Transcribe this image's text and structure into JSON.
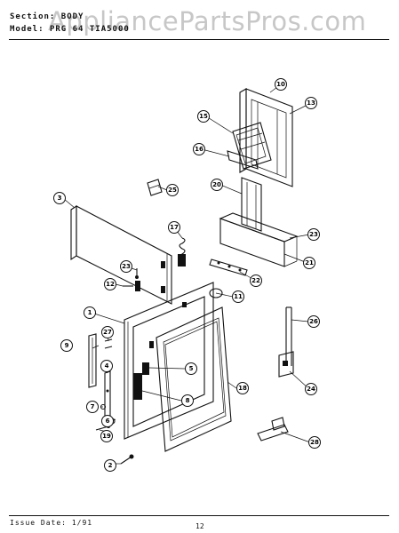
{
  "header": {
    "section_label": "Section:",
    "section_value": "BODY",
    "model_label": "Model:",
    "model_value": "PRG 64 TIA5000"
  },
  "watermark": "AppliancePartsPros.com",
  "footer": {
    "issue_label": "Issue Date:",
    "issue_value": "1/91",
    "page_number": "12"
  },
  "callouts": [
    "1",
    "2",
    "3",
    "4",
    "5",
    "6",
    "7",
    "8",
    "9",
    "10",
    "11",
    "12",
    "13",
    "15",
    "16",
    "17",
    "18",
    "19",
    "20",
    "21",
    "22",
    "23",
    "23",
    "24",
    "25",
    "26",
    "27",
    "28"
  ]
}
